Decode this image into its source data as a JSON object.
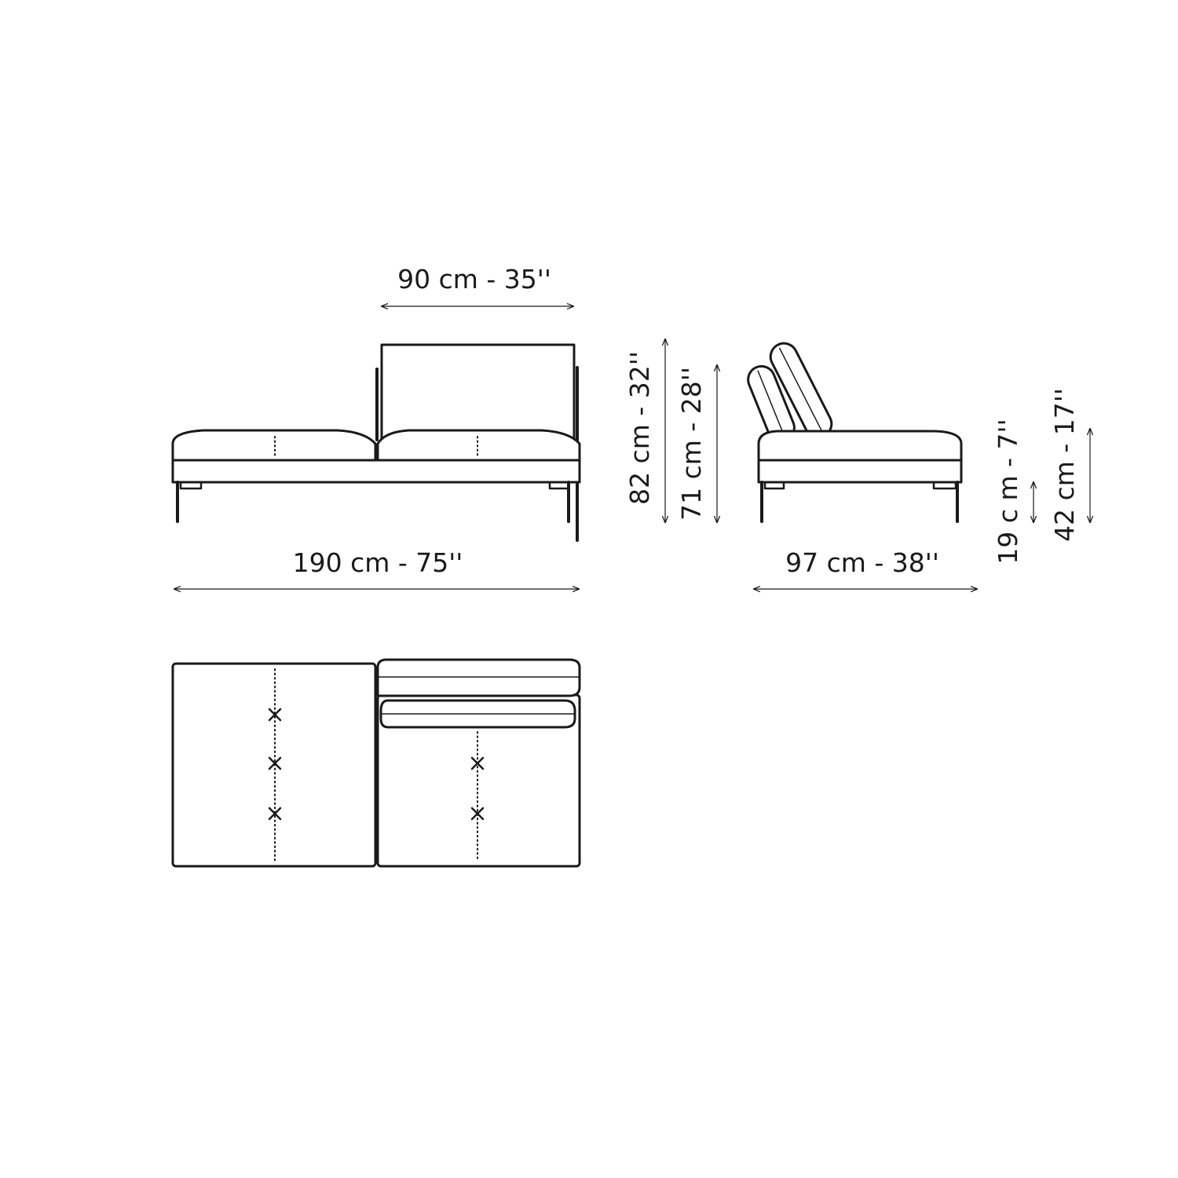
{
  "dimensions": {
    "backrest_width": "90 cm -  35''",
    "total_width": "190 cm -  75''",
    "total_height": "82 cm -  32''",
    "backrest_height": "71 cm -  28''",
    "depth": "97 cm -  38''",
    "leg_height": "19 c m -  7''",
    "seat_height": "42 cm -  17''"
  },
  "colors": {
    "line": "#1a1a1a",
    "background": "#ffffff"
  }
}
